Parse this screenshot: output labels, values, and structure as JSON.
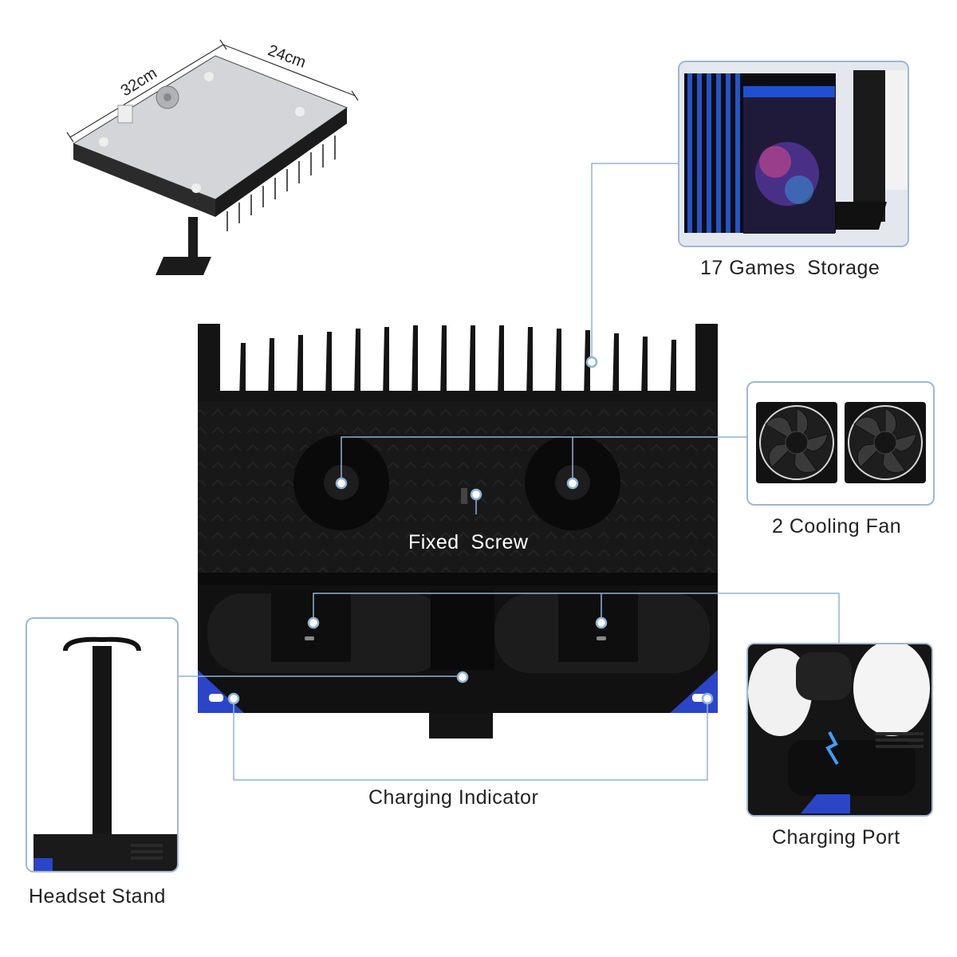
{
  "dimensions": {
    "width": "24cm",
    "depth": "32cm"
  },
  "labels": {
    "games_storage": "17 Games  Storage",
    "cooling_fan": "2 Cooling Fan",
    "fixed_screw": "Fixed  Screw",
    "charging_indicator": "Charging Indicator",
    "charging_port": "Charging Port",
    "headset_stand": "Headset Stand"
  },
  "colors": {
    "callout_line": "#8fb3d6",
    "callout_dot": "#ffffff",
    "inset_border": "#9db8d4",
    "accent_blue": "#2b45c8",
    "body_black": "#141414"
  },
  "icons": [
    "controller-icon",
    "cooling-fan-icon",
    "usb-c-port-icon"
  ]
}
